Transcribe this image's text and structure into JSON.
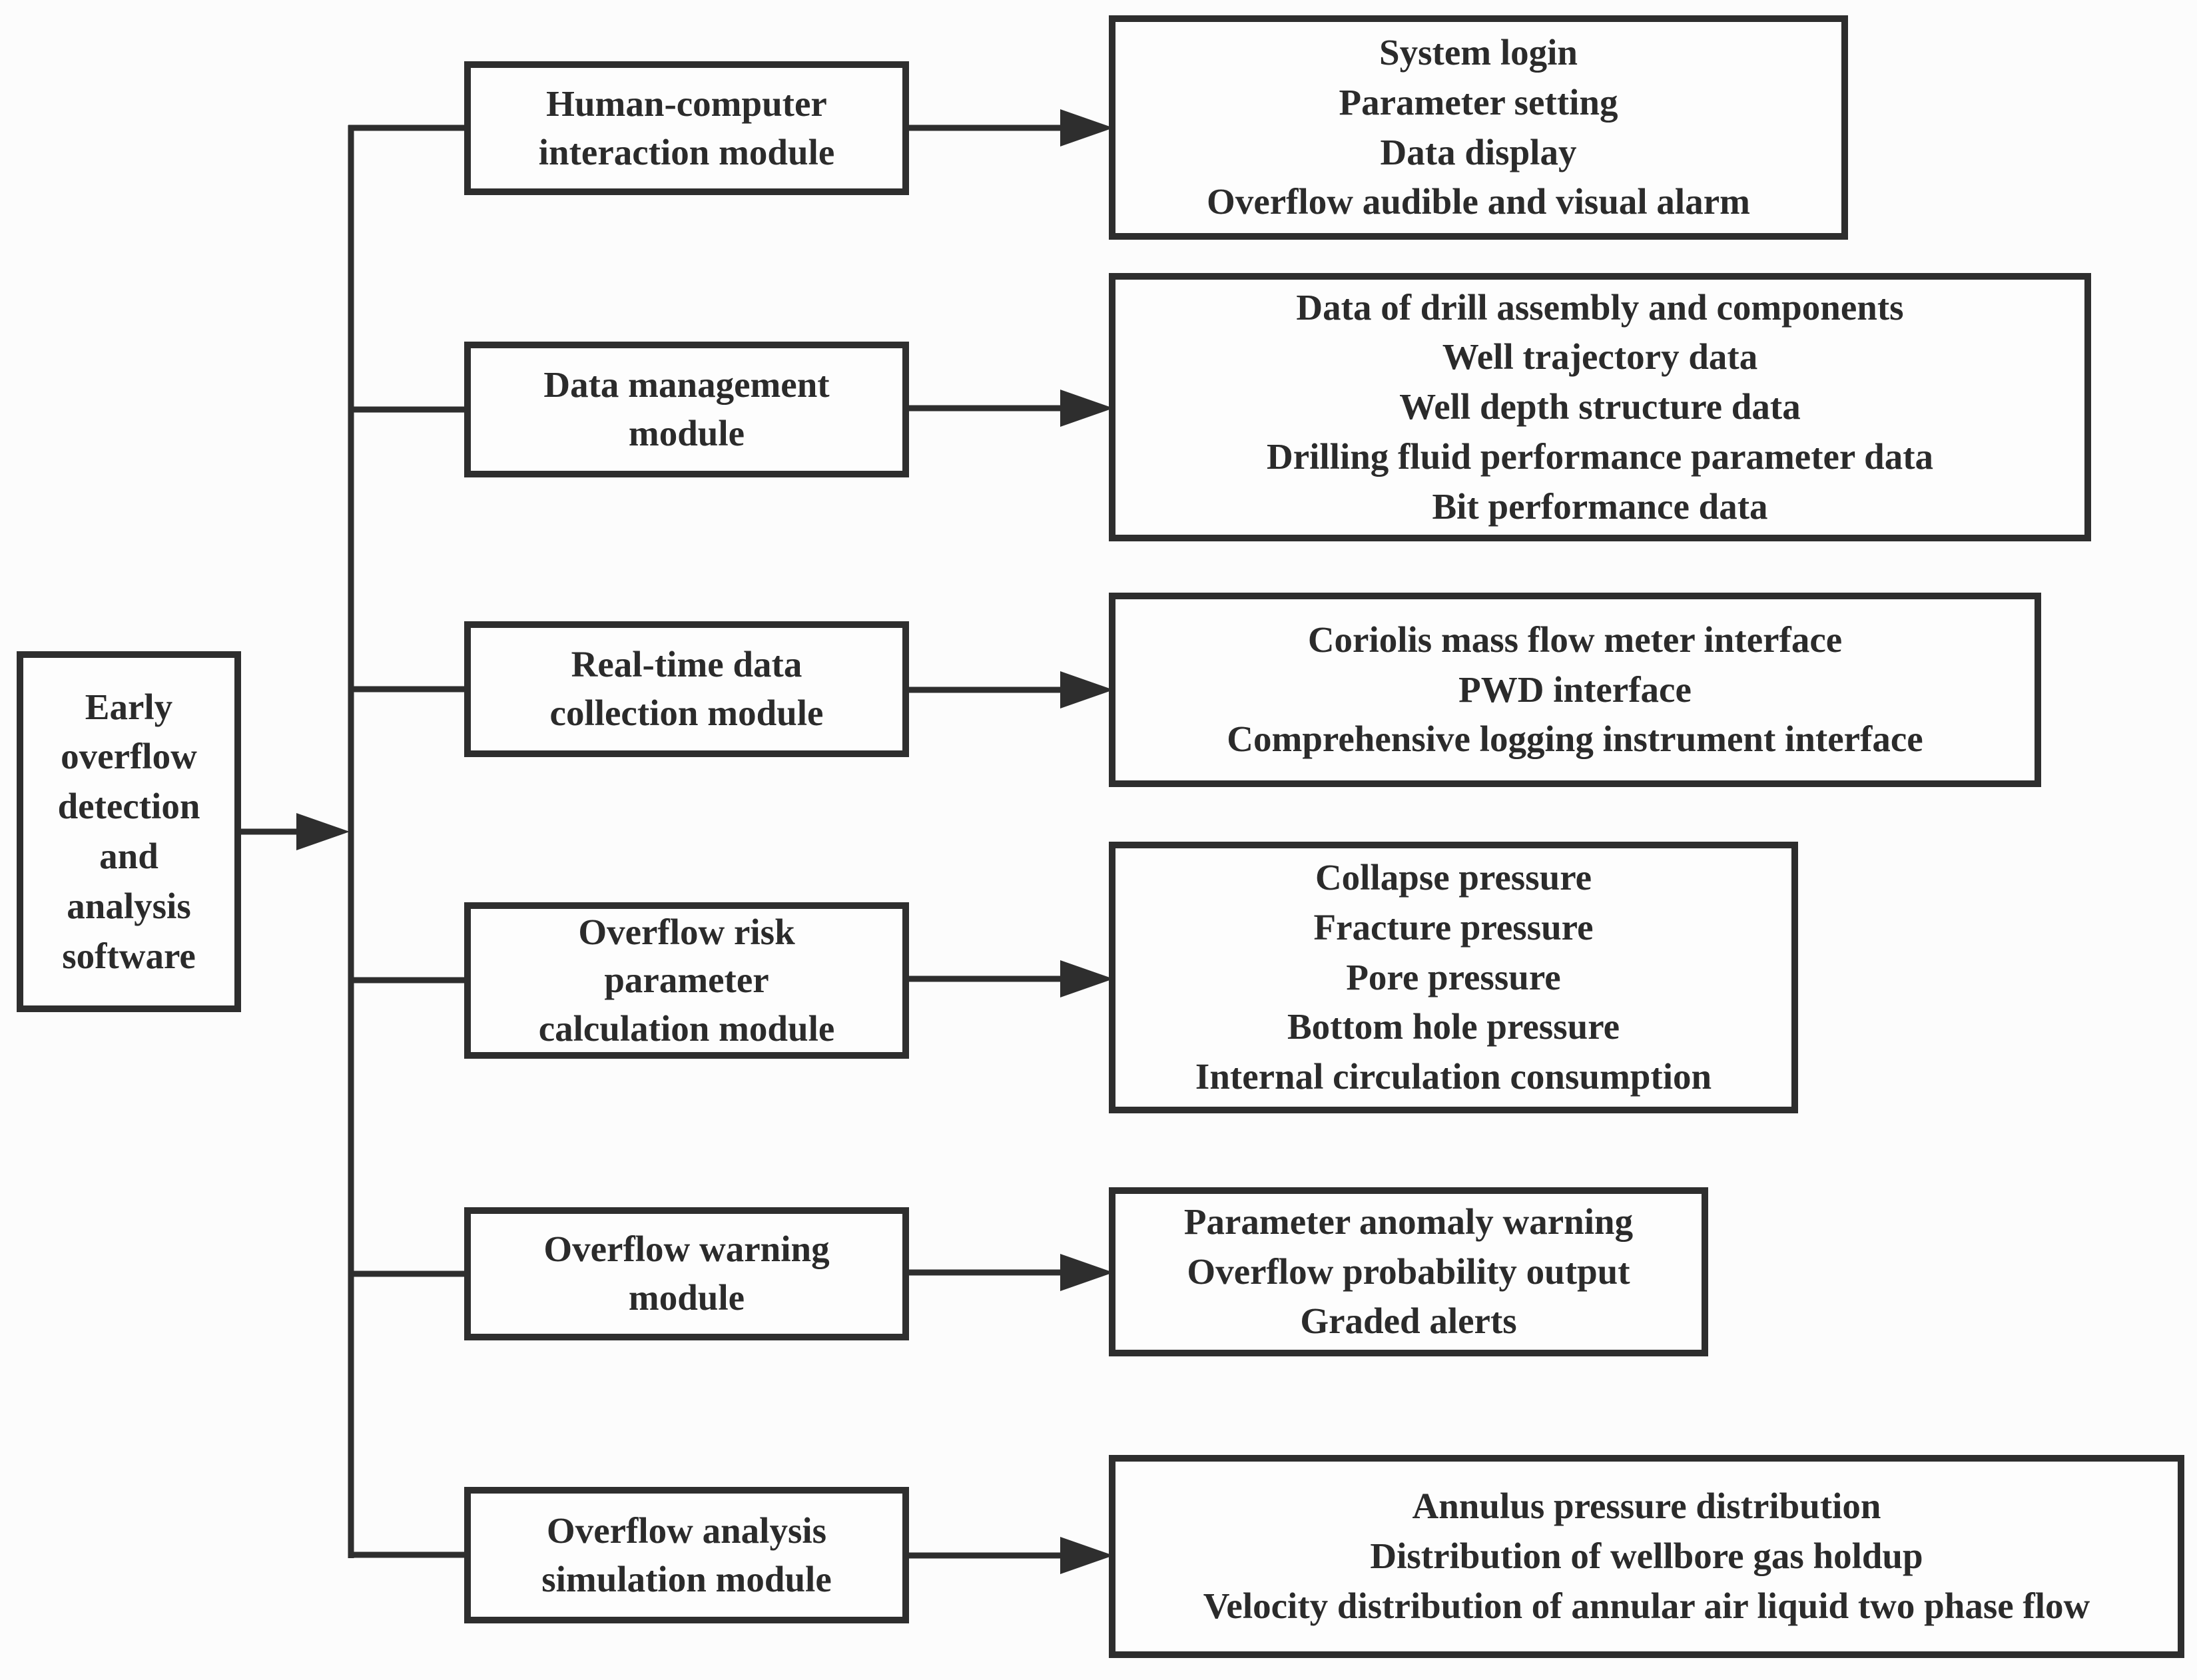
{
  "colors": {
    "line": "#2e2e2e",
    "background": "#fcfcfc",
    "box_fill": "#fdfdfd",
    "text": "#2b2b2b"
  },
  "root": {
    "lines": [
      "Early",
      "overflow",
      "detection",
      "and",
      "analysis",
      "software"
    ]
  },
  "branches": [
    {
      "module_lines": [
        "Human-computer",
        "interaction module"
      ],
      "output_items": [
        "System login",
        "Parameter setting",
        "Data display",
        "Overflow audible and visual alarm"
      ]
    },
    {
      "module_lines": [
        "Data management",
        "module"
      ],
      "output_items": [
        "Data of drill assembly and components",
        "Well trajectory data",
        "Well depth structure data",
        "Drilling fluid performance parameter data",
        "Bit performance data"
      ]
    },
    {
      "module_lines": [
        "Real-time data",
        "collection module"
      ],
      "output_items": [
        "Coriolis mass flow meter interface",
        "PWD interface",
        "Comprehensive logging instrument interface"
      ]
    },
    {
      "module_lines": [
        "Overflow risk",
        "parameter",
        "calculation module"
      ],
      "output_items": [
        "Collapse pressure",
        "Fracture pressure",
        "Pore pressure",
        "Bottom hole pressure",
        "Internal circulation consumption"
      ]
    },
    {
      "module_lines": [
        "Overflow warning",
        "module"
      ],
      "output_items": [
        "Parameter anomaly warning",
        "Overflow probability output",
        "Graded alerts"
      ]
    },
    {
      "module_lines": [
        "Overflow analysis",
        "simulation module"
      ],
      "output_items": [
        "Annulus pressure distribution",
        "Distribution of wellbore gas holdup",
        "Velocity distribution of annular air liquid two phase flow"
      ]
    }
  ]
}
